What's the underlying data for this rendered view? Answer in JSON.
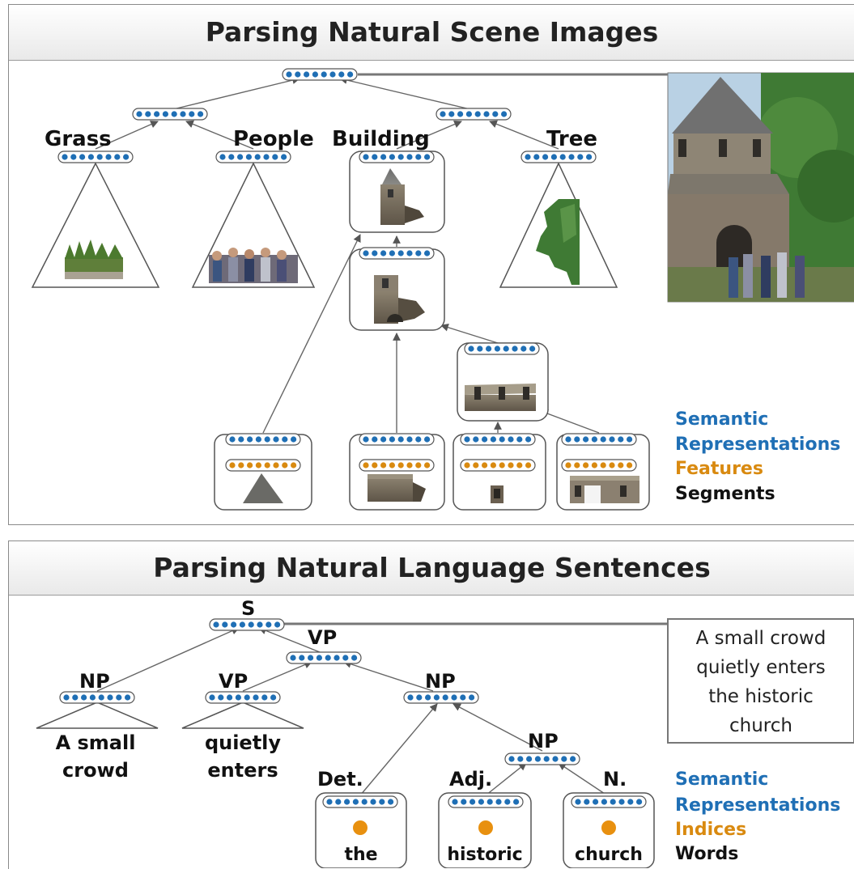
{
  "scene_panel": {
    "title": "Parsing Natural Scene Images",
    "labels": {
      "grass": "Grass",
      "people": "People",
      "building": "Building",
      "tree": "Tree"
    },
    "legend": {
      "semantic_1": "Semantic",
      "semantic_2": "Representations",
      "features": "Features",
      "segments": "Segments"
    }
  },
  "sentence_panel": {
    "title": "Parsing Natural Language Sentences",
    "labels": {
      "s": "S",
      "vp_top": "VP",
      "np_left": "NP",
      "vp_left": "VP",
      "np_mid": "NP",
      "np_low": "NP",
      "det": "Det.",
      "adj": "Adj.",
      "n": "N."
    },
    "phrases": {
      "a_small": "A small",
      "crowd": "crowd",
      "quietly": "quietly",
      "enters": "enters"
    },
    "words": {
      "the": "the",
      "historic": "historic",
      "church": "church"
    },
    "sentence_lines": [
      "A small crowd",
      "quietly enters",
      "the historic",
      "church"
    ],
    "legend": {
      "semantic_1": "Semantic",
      "semantic_2": "Representations",
      "indices": "Indices",
      "words": "Words"
    }
  },
  "colors": {
    "semantic": "#1f6fb5",
    "feature": "#d98a10",
    "words": "#111111"
  }
}
